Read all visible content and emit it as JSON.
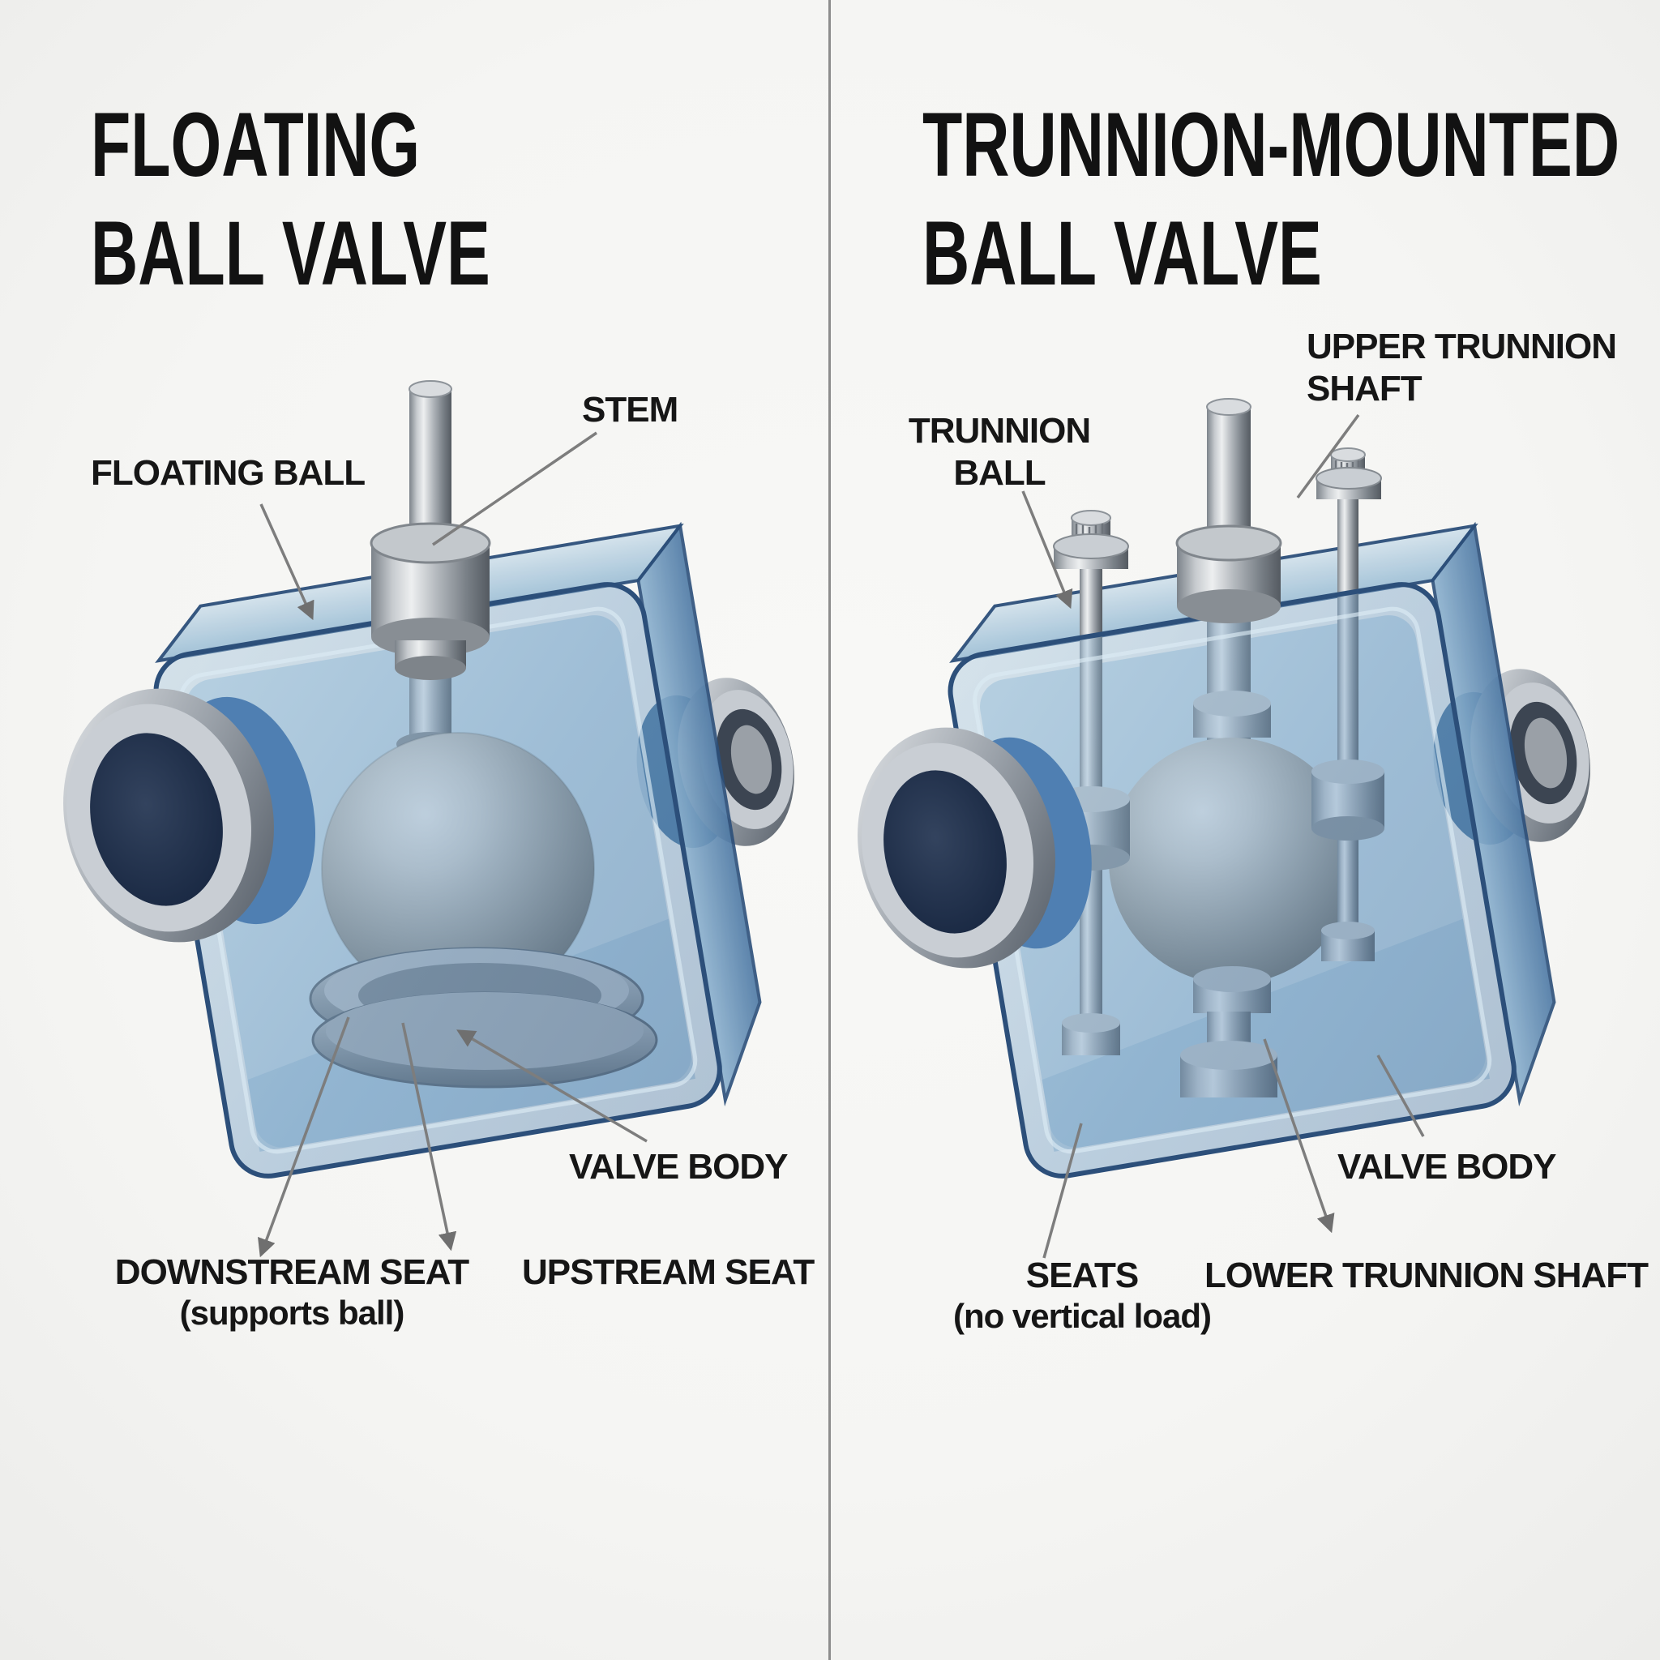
{
  "page": {
    "background": "#f5f5f3",
    "divider_color": "#8d8d8d"
  },
  "left_panel": {
    "title_line1": "FLOATING",
    "title_line2": "BALL VALVE",
    "labels": {
      "floating_ball": "FLOATING BALL",
      "stem": "STEM",
      "valve_body": "VALVE BODY",
      "downstream_seat": "DOWNSTREAM SEAT",
      "downstream_seat_note": "(supports ball)",
      "upstream_seat": "UPSTREAM SEAT"
    }
  },
  "right_panel": {
    "title_line1": "TRUNNION-MOUNTED",
    "title_line2": "BALL VALVE",
    "labels": {
      "trunnion_ball_line1": "TRUNNION",
      "trunnion_ball_line2": "BALL",
      "upper_trunnion_shaft_line1": "UPPER TRUNNION",
      "upper_trunnion_shaft_line2": "SHAFT",
      "valve_body": "VALVE BODY",
      "seats": "SEATS",
      "seats_note": "(no vertical load)",
      "lower_trunnion_shaft": "LOWER TRUNNION SHAFT"
    }
  },
  "colors": {
    "text": "#161616",
    "leader_line": "#7a7a7a",
    "body_blue": "#6f9cc2",
    "body_blue_dark": "#2e5480",
    "body_blue_light": "#b9d2e3",
    "metal_light": "#d6d9dc",
    "metal_mid": "#9aa0a6",
    "metal_dark": "#5f656c",
    "ball_gray": "#9b9a96"
  }
}
